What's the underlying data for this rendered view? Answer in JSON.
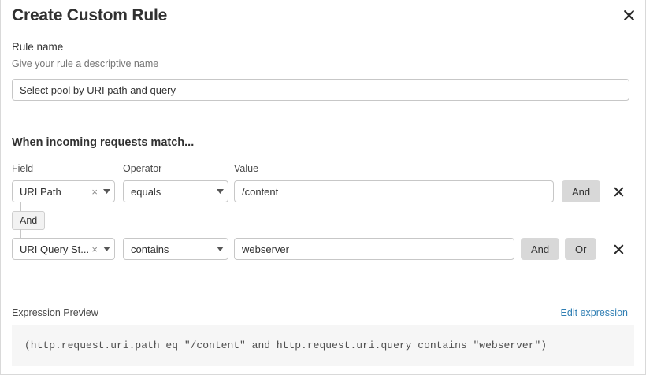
{
  "dialog": {
    "title": "Create Custom Rule",
    "close_label": "close-icon"
  },
  "rule_name": {
    "label": "Rule name",
    "help": "Give your rule a descriptive name",
    "value": "Select pool by URI path and query",
    "placeholder": "Select pool by URI path and query"
  },
  "match_section": {
    "heading": "When incoming requests match...",
    "columns": {
      "field": "Field",
      "operator": "Operator",
      "value": "Value"
    },
    "connector": "And",
    "rows": [
      {
        "field": "URI Path",
        "field_clear": "×",
        "operator": "equals",
        "value": "/content",
        "buttons": [
          "And"
        ],
        "remove": "×"
      },
      {
        "field": "URI Query St...",
        "field_clear": "×",
        "operator": "contains",
        "value": "webserver",
        "buttons": [
          "And",
          "Or"
        ],
        "remove": "×"
      }
    ]
  },
  "expression": {
    "label": "Expression Preview",
    "edit_link": "Edit expression",
    "code": "(http.request.uri.path eq \"/content\" and http.request.uri.query contains \"webserver\")"
  },
  "colors": {
    "accent_link": "#2f7eb3",
    "pill_bg": "#d8d8d8",
    "border": "#c7c7c7",
    "code_bg": "#f6f6f6"
  }
}
